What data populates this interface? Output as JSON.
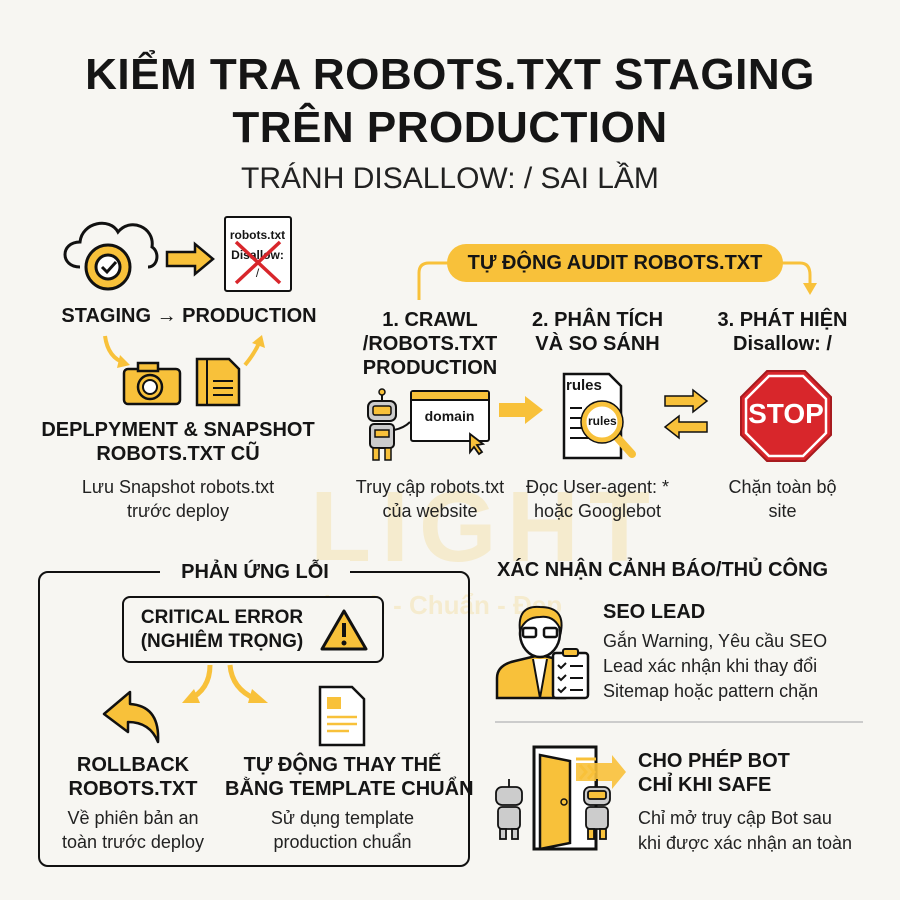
{
  "title": {
    "line1": "KIỂM TRA ROBOTS.TXT STAGING",
    "line2": "TRÊN PRODUCTION",
    "subtitle": "TRÁNH DISALLOW: / SAI LẦM"
  },
  "watermark": {
    "logo": "LIGHT",
    "tagline": "Nhanh - Chuẩn - Đẹp"
  },
  "colors": {
    "accent": "#f8c13a",
    "stop": "#d8262b",
    "text": "#151515",
    "background": "#f7f6f2"
  },
  "deployment": {
    "doc_title": "robots.txt",
    "doc_line": "Disallow:",
    "doc_slash": "/",
    "flow_label": "STAGING → PRODUCTION",
    "title_line1": "DEPLPYMENT & SNAPSHOT",
    "title_line2": "ROBOTS.TXT CŨ",
    "desc_line1": "Lưu Snapshot robots.txt",
    "desc_line2": "trước deploy",
    "icons": [
      "cloud-gear-icon",
      "arrow-right-icon",
      "crossed-document-icon",
      "camera-icon",
      "document-icon"
    ]
  },
  "audit": {
    "label": "TỰ ĐỘNG AUDIT ROBOTS.TXT",
    "steps": [
      {
        "title": [
          "1. CRAWL",
          "/ROBOTS.TXT",
          "PRODUCTION"
        ],
        "icon": "robot-browser-icon",
        "icon_text": "domain",
        "desc": [
          "Truy cập robots.txt",
          "của website"
        ]
      },
      {
        "title": [
          "2. PHÂN TÍCH",
          "VÀ SO SÁNH"
        ],
        "icon": "rules-magnifier-icon",
        "icon_text": [
          "rules",
          "rules"
        ],
        "desc": [
          "Đọc User-agent: *",
          "hoặc Googlebot"
        ]
      },
      {
        "title": [
          "3. PHÁT HIỆN",
          "Disallow: /"
        ],
        "icon": "stop-sign-icon",
        "icon_text": "STOP",
        "desc": [
          "Chặn toàn bộ",
          "site"
        ]
      }
    ]
  },
  "error_response": {
    "title": "PHẢN ỨNG LỖI",
    "critical": [
      "CRITICAL ERROR",
      "(NGHIÊM TRỌNG)"
    ],
    "rollback": {
      "title": [
        "ROLLBACK",
        "ROBOTS.TXT"
      ],
      "desc": [
        "Về phiên bản an",
        "toàn trước deploy"
      ],
      "icon": "undo-arrow-icon"
    },
    "replace": {
      "title": [
        "TỰ ĐỘNG THAY THẾ",
        "BẰNG TEMPLATE CHUẨN"
      ],
      "desc": [
        "Sử dụng template",
        "production chuẩn"
      ],
      "icon": "template-document-icon"
    }
  },
  "manual": {
    "title": "XÁC NHẬN CẢNH BÁO/THỦ CÔNG",
    "seo": {
      "title": "SEO LEAD",
      "desc": [
        "Gắn Warning, Yêu cầu SEO",
        "Lead xác nhận khi thay đổi",
        "Sitemap hoặc pattern chặn"
      ],
      "icon": "person-clipboard-icon"
    },
    "allow": {
      "title": [
        "CHO PHÉP BOT",
        "CHỈ KHI SAFE"
      ],
      "desc": [
        "Chỉ mở truy cập Bot sau",
        "khi được xác nhận an toàn"
      ],
      "icon": "open-door-robots-icon"
    }
  }
}
